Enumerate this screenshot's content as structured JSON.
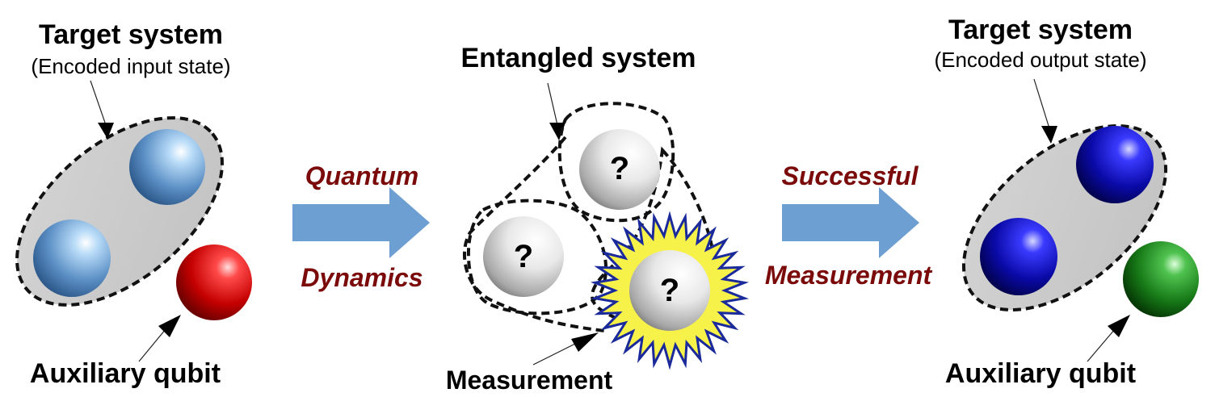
{
  "left_panel": {
    "title": "Target system",
    "subtitle": "(Encoded input state)",
    "aux_label": "Auxiliary qubit",
    "qubit_color": "#6fa6d6",
    "aux_color": "#e01010"
  },
  "arrow1": {
    "top_label": "Quantum",
    "bottom_label": "Dynamics",
    "color": "#6e9fd2"
  },
  "middle_panel": {
    "title": "Entangled system",
    "measure_label": "Measurement",
    "unknown_symbol": "?",
    "unknown_symbol_2": "?",
    "unknown_symbol_3": "?",
    "burst_fill": "#f7f24a",
    "burst_stroke": "#1b2a9a"
  },
  "arrow2": {
    "top_label": "Successful",
    "bottom_label": "Measurement",
    "color": "#6e9fd2"
  },
  "right_panel": {
    "title": "Target system",
    "subtitle": "(Encoded output state)",
    "aux_label": "Auxiliary qubit",
    "qubit_color": "#1010b0",
    "aux_color": "#1f8a1f"
  },
  "label_color": "#7b0a0a"
}
